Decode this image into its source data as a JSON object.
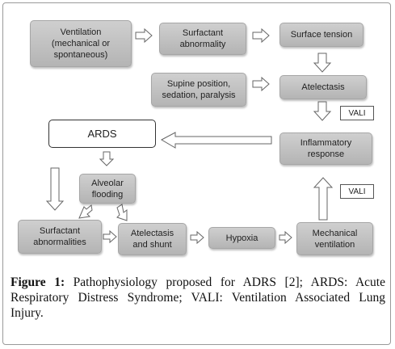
{
  "nodes": {
    "ventilation": "Ventilation\n(mechanical or\nspontaneous)",
    "surfactant_abnormality": "Surfactant\nabnormality",
    "surface_tension": "Surface tension",
    "supine": "Supine position,\nsedation, paralysis",
    "atelectasis": "Atelectasis",
    "ards": "ARDS",
    "inflammatory_response": "Inflammatory\nresponse",
    "alveolar_flooding": "Alveolar\nflooding",
    "surfactant_abnormalities": "Surfactant\nabnormalities",
    "atelectasis_shunt": "Atelectasis\nand shunt",
    "hypoxia": "Hypoxia",
    "mechanical_ventilation": "Mechanical\nventilation"
  },
  "vali_labels": {
    "upper": "VALI",
    "lower": "VALI"
  },
  "caption": {
    "label": "Figure 1:",
    "text": " Pathophysiology proposed for ADRS [2]; ARDS: Acute Respiratory Distress Syndrome; VALI: Ventilation Associated Lung Injury."
  }
}
